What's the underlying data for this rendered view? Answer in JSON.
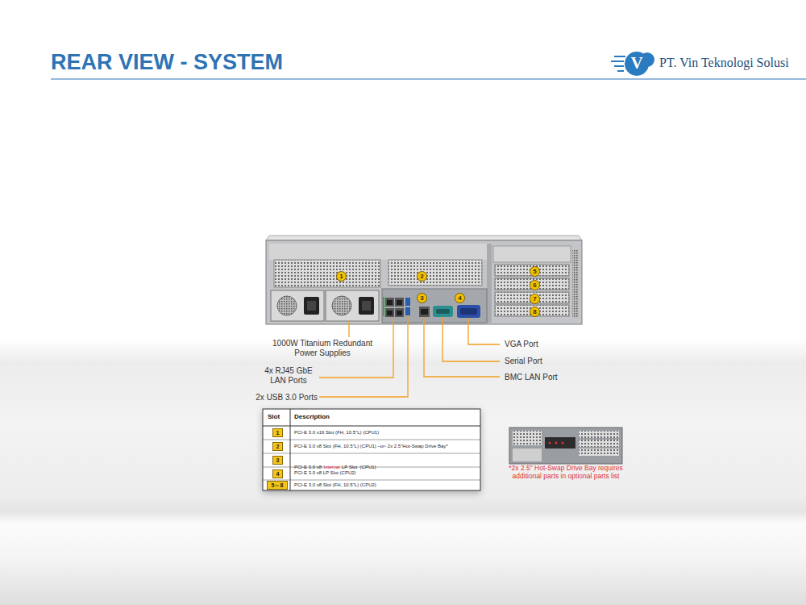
{
  "diagram": {
    "title": "REAR VIEW - SYSTEM",
    "labels": [
      "PT. Vin Teknologi Solusi",
      "V",
      "1",
      "2",
      "3",
      "4",
      "5",
      "6",
      "7",
      "8",
      "1000W Titanium Redundant Power Supplies",
      "4x RJ45 GbE LAN Ports",
      "2x USB 3.0 Ports",
      "VGA Port",
      "Serial Port",
      "BMC LAN Port",
      "Slot",
      "Description",
      "1",
      "PCI-E 3.0 x16 Slot (FH, 10.5\"L) (CPU1)",
      "2",
      "PCI-E 3.0 x8 Slot (FH, 10.5\"L) (CPU1) –or- 2x 2.5\"Hot-Swap Drive Bay*",
      "3",
      "PCI-E 3.0 x8",
      "Internal",
      "LP Slot  (CPU1)",
      "4",
      "PCI-E 3.0 x8 LP Slot (CPU2)",
      "5～8",
      "PCI-E 3.0 x8 Slot (FH, 10.5\"L) (CPU2)",
      "*2x 2.5\" Hot-Swap Drive Bay requires additional parts in optional parts list"
    ]
  }
}
